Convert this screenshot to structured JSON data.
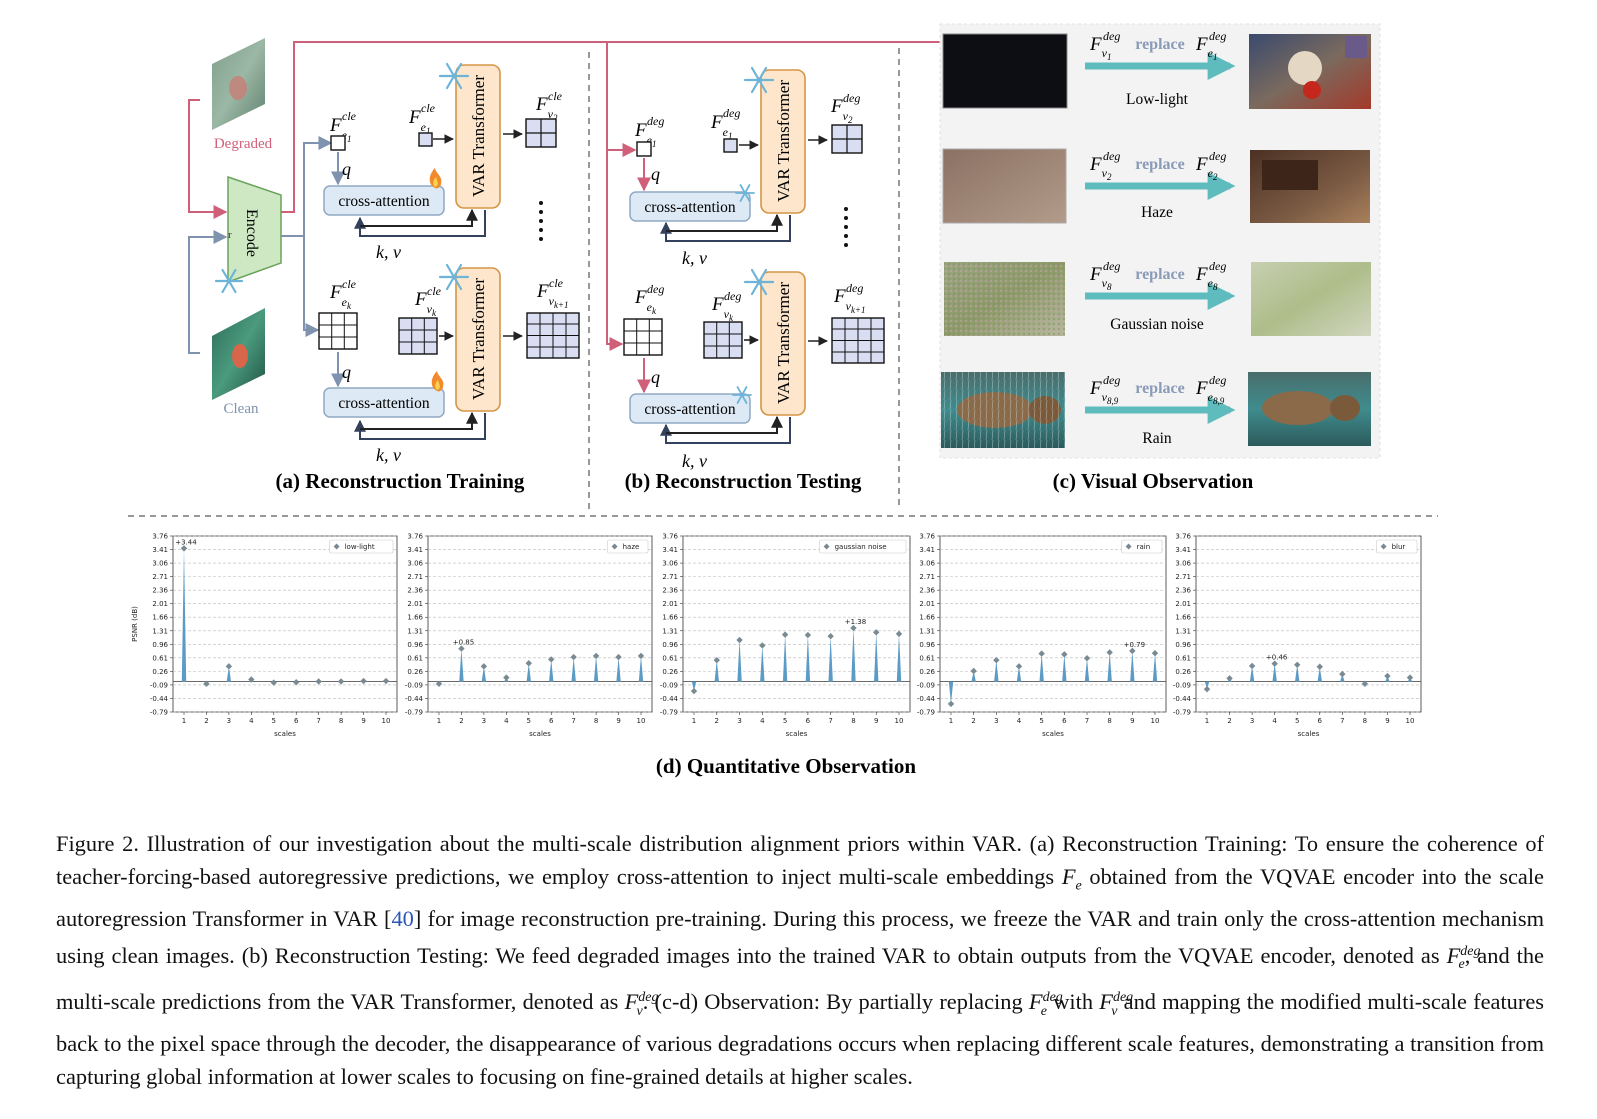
{
  "panels": {
    "a": {
      "title": "(a) Reconstruction Training",
      "degraded_label": "Degraded",
      "clean_label": "Clean",
      "encoder_label": "Encode",
      "encoder_extra": "r",
      "transformer_label": "VAR Transformer",
      "cross_attention": "cross-attention",
      "q": "q",
      "kv": "k, v",
      "F": "F",
      "sup_cle": "cle",
      "sub_e1": "e",
      "sub_e1_n": "1",
      "sub_ek_n": "k",
      "sub_v": "v",
      "sub_v2_n": "2",
      "sub_vk_n": "k",
      "sub_vk1_n": "k+1"
    },
    "b": {
      "title": "(b) Reconstruction Testing",
      "sup_deg": "deg"
    },
    "c": {
      "title": "(c) Visual Observation",
      "replace_word": "replace",
      "rows": [
        {
          "label": "Low-light",
          "v_sub": "1",
          "e_sub": "1"
        },
        {
          "label": "Haze",
          "v_sub": "2",
          "e_sub": "2"
        },
        {
          "label": "Gaussian noise",
          "v_sub": "8",
          "e_sub": "8"
        },
        {
          "label": "Rain",
          "v_sub": "8,9",
          "e_sub": "8,9"
        }
      ]
    },
    "d": {
      "title": "(d) Quantitative Observation"
    }
  },
  "chart_data": [
    {
      "type": "scatter",
      "name": "low-light",
      "x": [
        1,
        2,
        3,
        4,
        5,
        6,
        7,
        8,
        9,
        10
      ],
      "values": [
        3.44,
        -0.06,
        0.39,
        0.05,
        -0.03,
        -0.02,
        0.0,
        0.0,
        0.01,
        0.01
      ],
      "annotation": {
        "x": 1,
        "text": "+3.44"
      },
      "ylabel": "PSNR (dB)",
      "xlabel": "scales",
      "ylim": [
        -0.79,
        3.76
      ],
      "yticks": [
        3.76,
        3.41,
        3.06,
        2.71,
        2.36,
        2.01,
        1.66,
        1.31,
        0.96,
        0.61,
        0.26,
        -0.09,
        -0.44,
        -0.79
      ],
      "legend": "top-right",
      "grid": true
    },
    {
      "type": "scatter",
      "name": "haze",
      "x": [
        1,
        2,
        3,
        4,
        5,
        6,
        7,
        8,
        9,
        10
      ],
      "values": [
        -0.06,
        0.85,
        0.39,
        0.1,
        0.47,
        0.57,
        0.63,
        0.66,
        0.63,
        0.66
      ],
      "annotation": {
        "x": 2,
        "text": "+0.85"
      },
      "xlabel": "scales",
      "ylim": [
        -0.79,
        3.76
      ],
      "yticks": [
        3.76,
        3.41,
        3.06,
        2.71,
        2.36,
        2.01,
        1.66,
        1.31,
        0.96,
        0.61,
        0.26,
        -0.09,
        -0.44,
        -0.79
      ],
      "legend": "top-right",
      "grid": true
    },
    {
      "type": "scatter",
      "name": "gaussian noise",
      "x": [
        1,
        2,
        3,
        4,
        5,
        6,
        7,
        8,
        9,
        10
      ],
      "values": [
        -0.25,
        0.55,
        1.07,
        0.93,
        1.21,
        1.2,
        1.17,
        1.38,
        1.27,
        1.23
      ],
      "annotation": {
        "x": 8,
        "text": "+1.38"
      },
      "xlabel": "scales",
      "ylim": [
        -0.79,
        3.76
      ],
      "yticks": [
        3.76,
        3.41,
        3.06,
        2.71,
        2.36,
        2.01,
        1.66,
        1.31,
        0.96,
        0.61,
        0.26,
        -0.09,
        -0.44,
        -0.79
      ],
      "legend": "top-right",
      "grid": true
    },
    {
      "type": "scatter",
      "name": "rain",
      "x": [
        1,
        2,
        3,
        4,
        5,
        6,
        7,
        8,
        9,
        10
      ],
      "values": [
        -0.58,
        0.27,
        0.55,
        0.39,
        0.72,
        0.7,
        0.6,
        0.75,
        0.79,
        0.73
      ],
      "annotation": {
        "x": 9,
        "text": "+0.79"
      },
      "xlabel": "scales",
      "ylim": [
        -0.79,
        3.76
      ],
      "yticks": [
        3.76,
        3.41,
        3.06,
        2.71,
        2.36,
        2.01,
        1.66,
        1.31,
        0.96,
        0.61,
        0.26,
        -0.09,
        -0.44,
        -0.79
      ],
      "legend": "top-right",
      "grid": true
    },
    {
      "type": "scatter",
      "name": "blur",
      "x": [
        1,
        2,
        3,
        4,
        5,
        6,
        7,
        8,
        9,
        10
      ],
      "values": [
        -0.2,
        0.08,
        0.4,
        0.46,
        0.43,
        0.38,
        0.19,
        -0.06,
        0.14,
        0.1
      ],
      "annotation": {
        "x": 4,
        "text": "+0.46"
      },
      "xlabel": "scales",
      "ylim": [
        -0.79,
        3.76
      ],
      "yticks": [
        3.76,
        3.41,
        3.06,
        2.71,
        2.36,
        2.01,
        1.66,
        1.31,
        0.96,
        0.61,
        0.26,
        -0.09,
        -0.44,
        -0.79
      ],
      "legend": "top-right",
      "grid": true
    }
  ],
  "colors": {
    "pink": "#d0607a",
    "bluegray": "#7f92ae",
    "teal": "#5ebcbf",
    "encoder_fill": "#cde8c3",
    "encoder_stroke": "#6aa35a",
    "transformer_fill": "#fde6cc",
    "transformer_stroke": "#d49545",
    "cross_fill": "#dde9f4",
    "cross_stroke": "#8fa9c3",
    "grid_fill": "#d9def3",
    "stem": "#5b9bc6",
    "marker": "#7a8a93"
  },
  "caption": {
    "p1": "Figure 2. Illustration of our investigation about the multi-scale distribution alignment priors within VAR. (a) Reconstruction Training: To ensure the coherence of teacher-forcing-based autoregressive predictions, we employ cross-attention to inject multi-scale embeddings ",
    "fe": "F",
    "fe_sub": "e",
    "p2": " obtained from the VQVAE encoder into the scale autoregression Transformer in VAR [",
    "ref": "40",
    "p3": "] for image reconstruction pre-training. During this process, we freeze the VAR and train only the cross-attention mechanism using clean images. (b) Reconstruction Testing: We feed degraded images into the trained VAR to obtain outputs from the VQVAE encoder, denoted as ",
    "p4": ", and the multi-scale predictions from the VAR Transformer, denoted as ",
    "p5": ". (c-d) Observation: By partially replacing ",
    "p6": " with ",
    "p7": " and mapping the modified multi-scale features back to the pixel space through the decoder, the disappearance of various degradations occurs when replacing different scale features, demonstrating a transition from capturing global information at lower scales to focusing on fine-grained details at higher scales.",
    "sup": "deg",
    "sub_e": "e",
    "sub_v": "v"
  }
}
